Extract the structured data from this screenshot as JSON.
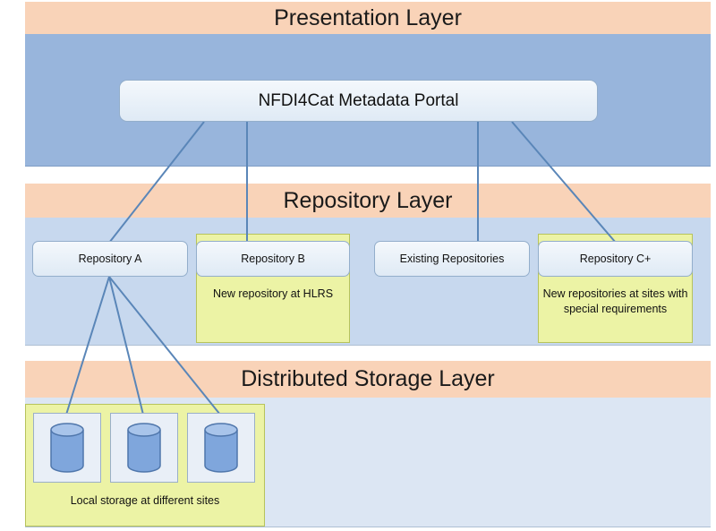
{
  "layers": {
    "presentation": "Presentation Layer",
    "repository": "Repository Layer",
    "storage": "Distributed Storage Layer"
  },
  "portal": {
    "label": "NFDI4Cat Metadata Portal"
  },
  "repositories": [
    {
      "label": "Repository A"
    },
    {
      "label": "Repository B",
      "caption": "New repository at HLRS"
    },
    {
      "label": "Existing Repositories"
    },
    {
      "label": "Repository C+",
      "caption": "New repositories at sites with special requirements"
    }
  ],
  "storage": {
    "caption": "Local storage at different sites",
    "icons": [
      "database-icon",
      "database-icon",
      "database-icon"
    ]
  },
  "colors": {
    "layer_header": "#f9d3b8",
    "presentation_body": "#98b5dc",
    "repository_body": "#c7d8ee",
    "storage_body": "#dce6f3",
    "highlight_green": "#ecf3a5",
    "connector": "#5a86b8",
    "cylinder": "#7fa6dc"
  }
}
